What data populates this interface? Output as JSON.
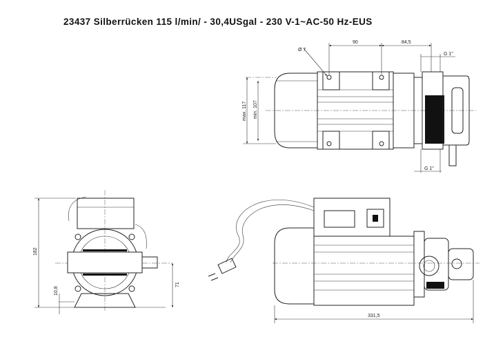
{
  "title": "23437 Silberrücken 115 l/min/ - 30,4USgal - 230 V-1~AC-50 Hz-EUS",
  "dimensions": {
    "hole_diameter": "Ø 7",
    "foot_spacing": "90",
    "foot_to_port": "84,5",
    "port_top": "G 1\"",
    "port_bottom": "G 1\"",
    "width_max": "max. 117",
    "width_min": "min. 107",
    "height": "182",
    "foot_height": "10,8",
    "shaft_height": "71",
    "length": "331,5"
  }
}
